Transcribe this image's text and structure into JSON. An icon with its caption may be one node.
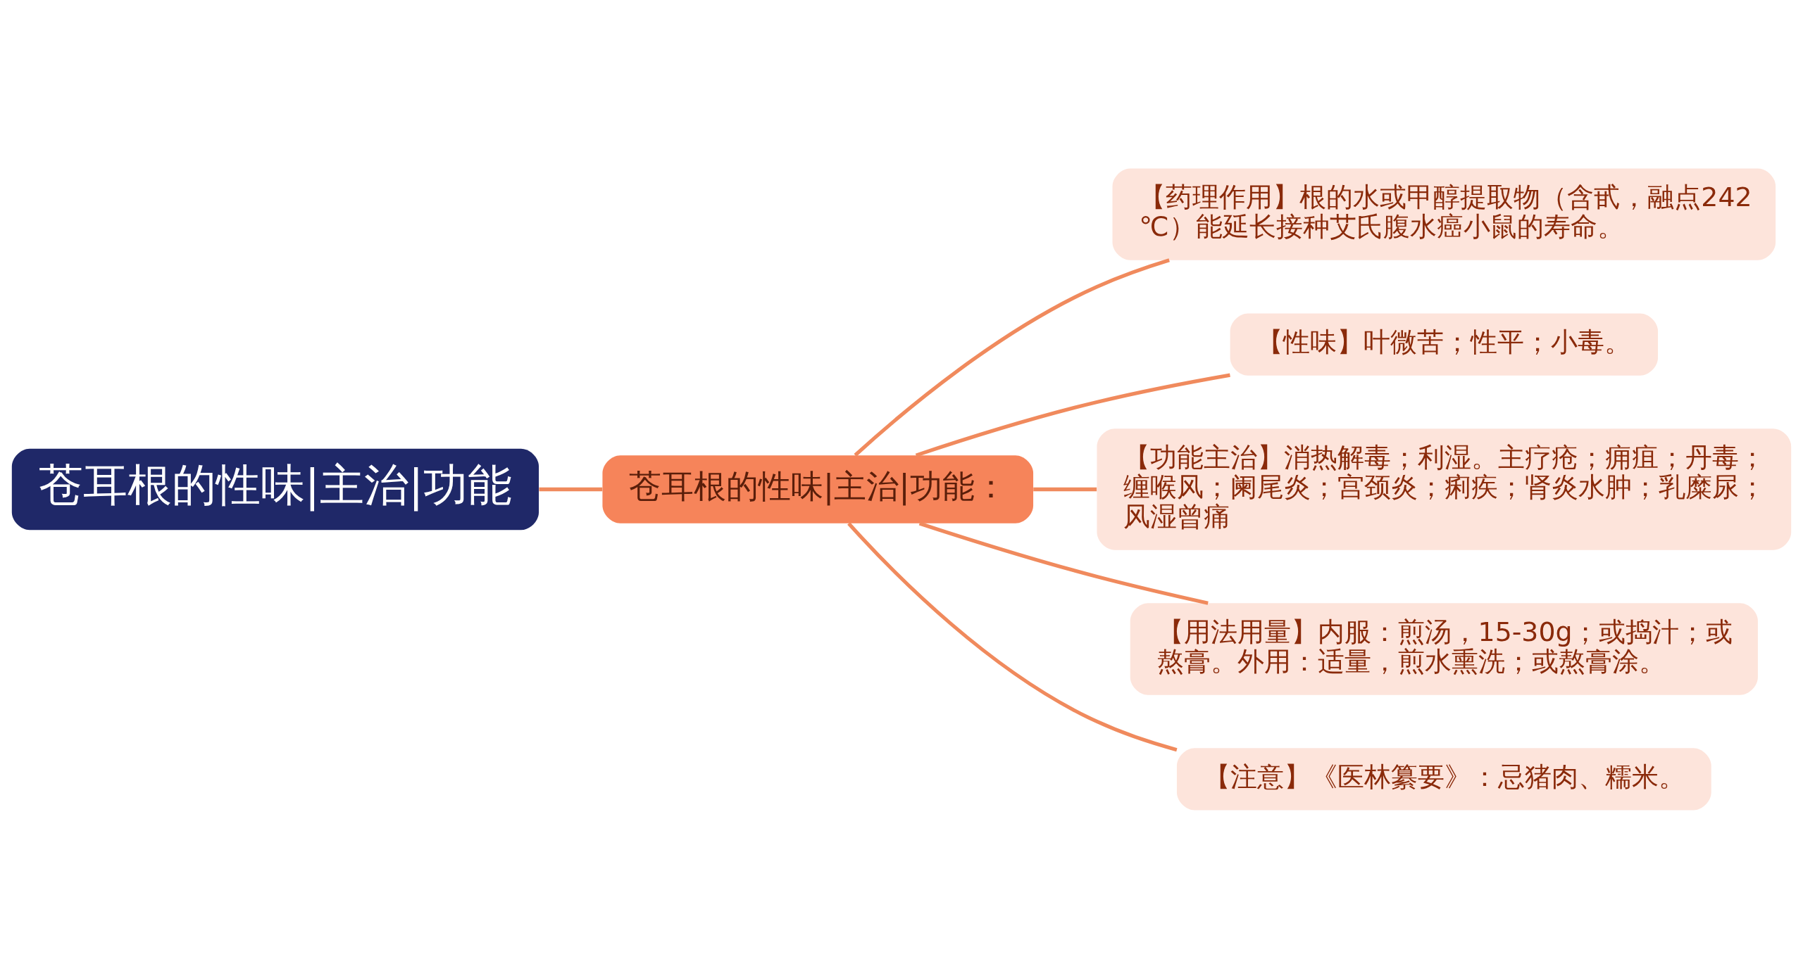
{
  "diagram": {
    "nodes": [
      {
        "text": [
          "苍耳根的性味|主治|功能"
        ]
      },
      {
        "text": [
          "苍耳根的性味|主治|功能："
        ]
      },
      {
        "text": [
          "【药理作用】根的水或甲醇提取物（含甙，融点242℃）能延长接种艾氏腹水癌小鼠的寿命。"
        ]
      },
      {
        "text": [
          "【性味】叶微苦；性平；小毒。"
        ]
      },
      {
        "text": [
          "【功能主治】消热解毒；利湿。主疗疮；痈疽；丹毒；缠喉风；阑尾炎；宫颈炎；痢疾；肾炎水肿；乳糜尿；风湿曾痛"
        ]
      },
      {
        "text": [
          "【用法用量】内服：煎汤，15-30g；或捣汁；或熬膏。外用：适量，煎水熏洗；或熬膏涂。"
        ]
      },
      {
        "text": [
          "【注意】《医林纂要》：忌猪肉、糯米。"
        ]
      }
    ],
    "edges": [
      {
        "from": 0,
        "to": 1,
        "arrow": "none"
      },
      {
        "from": 1,
        "to": 2,
        "arrow": "none"
      },
      {
        "from": 1,
        "to": 3,
        "arrow": "none"
      },
      {
        "from": 1,
        "to": 4,
        "arrow": "none"
      },
      {
        "from": 1,
        "to": 5,
        "arrow": "none"
      },
      {
        "from": 1,
        "to": 6,
        "arrow": "none"
      }
    ]
  }
}
